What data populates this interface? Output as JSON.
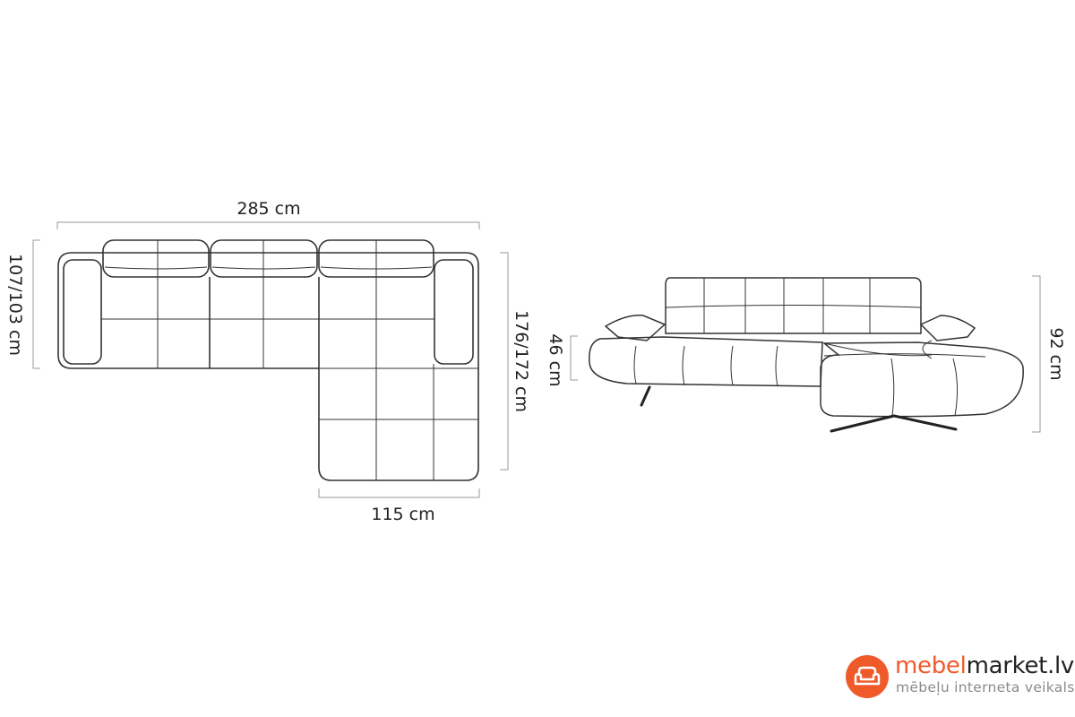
{
  "top_view": {
    "width_label": "285 cm",
    "depth_label": "107/103 cm",
    "chaise_length_label": "176/172 cm",
    "chaise_width_label": "115 cm"
  },
  "front_view": {
    "seat_height_label": "46 cm",
    "total_height_label": "92 cm"
  },
  "logo": {
    "name_part1": "mebel",
    "name_part2": "market.lv",
    "tagline": "mēbeļu interneta veikals",
    "brand_color": "#f05a2b"
  }
}
